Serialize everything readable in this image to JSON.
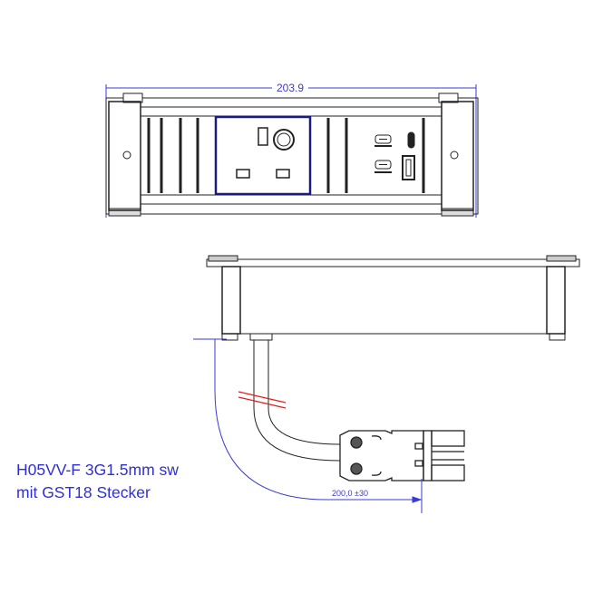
{
  "top_view": {
    "width_dimension": "203.9",
    "ports": [
      "uk-socket-with-switch",
      "usb-c-port",
      "usb-a-port"
    ]
  },
  "side_view": {
    "cable_length_dimension": "200,0 ±30"
  },
  "cable_label": {
    "line1": "H05VV-F 3G1.5mm sw",
    "line2": "mit GST18 Stecker"
  },
  "colors": {
    "dimension": "#3a3ad8",
    "outline": "#222222",
    "socket_frame": "#1a1a80",
    "break_mark": "#e02020"
  }
}
